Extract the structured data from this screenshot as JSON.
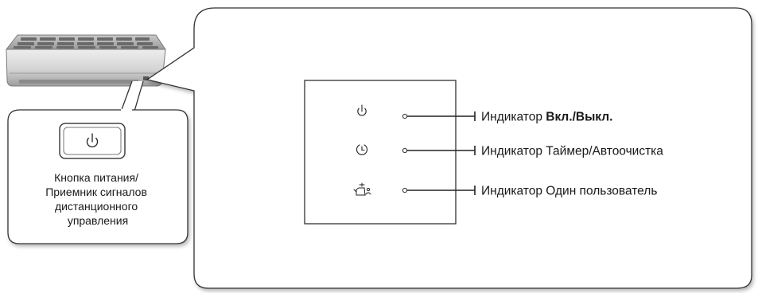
{
  "power_button": {
    "icon": "power-icon",
    "caption_lines": [
      "Кнопка питания/",
      "Приемник сигналов",
      "дистанционного",
      "управления"
    ]
  },
  "indicators": [
    {
      "icon": "power-icon",
      "label_prefix": "Индикатор ",
      "label_emphasis": "Вкл./Выкл."
    },
    {
      "icon": "timer-icon",
      "label_prefix": "Индикатор Таймер/Автоочистка",
      "label_emphasis": ""
    },
    {
      "icon": "single-user-icon",
      "label_prefix": "Индикатор Один пользователь",
      "label_emphasis": ""
    }
  ]
}
